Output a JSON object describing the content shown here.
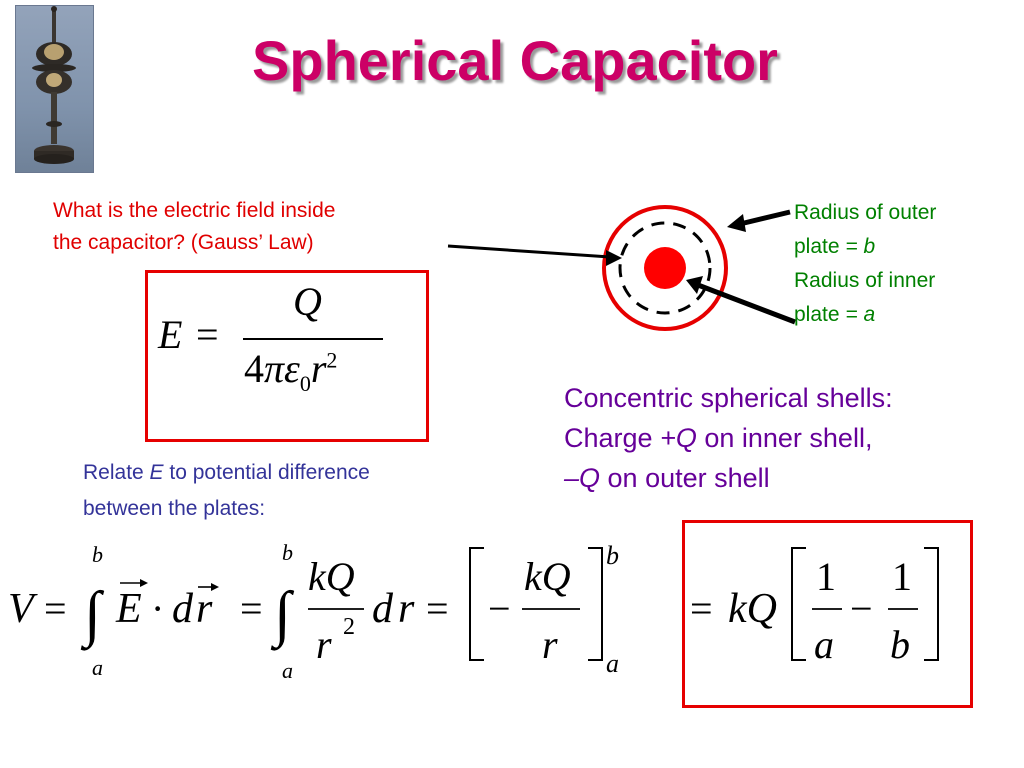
{
  "title": "Spherical Capacitor",
  "question": {
    "line1": "What is the electric field inside",
    "line2": "the capacitor? (Gauss’ Law)"
  },
  "labels": {
    "outer_line1": "Radius of outer",
    "outer_line2_prefix": "plate ",
    "outer_line2_eq": "= b",
    "inner_line1": "Radius of inner",
    "inner_line2_prefix": "plate ",
    "inner_line2_eq": "= a"
  },
  "shells": {
    "line1": "Concentric spherical shells:",
    "line2_prefix": "Charge ",
    "line2_charge": "+Q",
    "line2_suffix": " on inner shell,",
    "line3_charge": "–Q",
    "line3_suffix": " on outer shell"
  },
  "relate": {
    "line1_prefix": "Relate ",
    "line1_var": "E",
    "line1_suffix": " to potential difference",
    "line2": "between the plates:"
  },
  "field_equation": {
    "lhs": "E",
    "equals": "=",
    "numerator": "Q",
    "den_four": "4",
    "den_pi": "π",
    "den_eps": "ε",
    "den_sub": "0",
    "den_r": "r",
    "den_exp": "2"
  },
  "potential_equation": {
    "V": "V",
    "eq": "=",
    "integral": "∫",
    "lim_top": "b",
    "lim_bottom": "a",
    "E": "E",
    "dot": "·",
    "d": "d",
    "r": "r",
    "kQ": "kQ",
    "exp2": "2",
    "minus": "−",
    "one": "1",
    "a": "a",
    "b": "b"
  },
  "colors": {
    "title": "#cc0066",
    "highlight_box": "#e60000",
    "question": "#e00000",
    "labels": "#008000",
    "shells": "#660099",
    "relate": "#333399"
  }
}
